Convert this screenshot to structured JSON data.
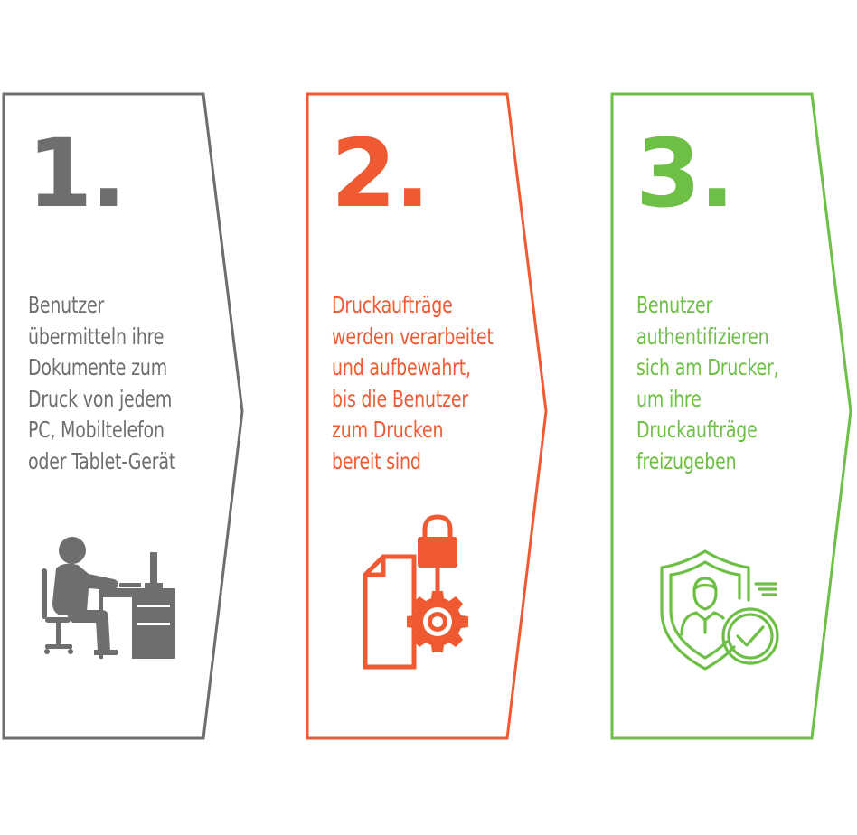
{
  "colors": {
    "gray": "#6d6e70",
    "orange": "#f05a32",
    "green": "#6dbf45"
  },
  "steps": [
    {
      "number": "1.",
      "text": "Benutzer\nübermitteln ihre\nDokumente zum\nDruck von jedem\nPC, Mobiltelefon\noder Tablet-Gerät",
      "icon": "person-at-desk-icon",
      "color": "#6d6e70"
    },
    {
      "number": "2.",
      "text": "Druckaufträge\nwerden verarbeitet\nund aufbewahrt,\nbis die Benutzer\nzum Drucken\nbereit sind",
      "icon": "locked-document-gear-icon",
      "color": "#f05a32"
    },
    {
      "number": "3.",
      "text": "Benutzer\nauthentifizieren\nsich am Drucker,\num ihre\nDruckaufträge\nfreizugeben",
      "icon": "shield-user-check-icon",
      "color": "#6dbf45"
    }
  ]
}
